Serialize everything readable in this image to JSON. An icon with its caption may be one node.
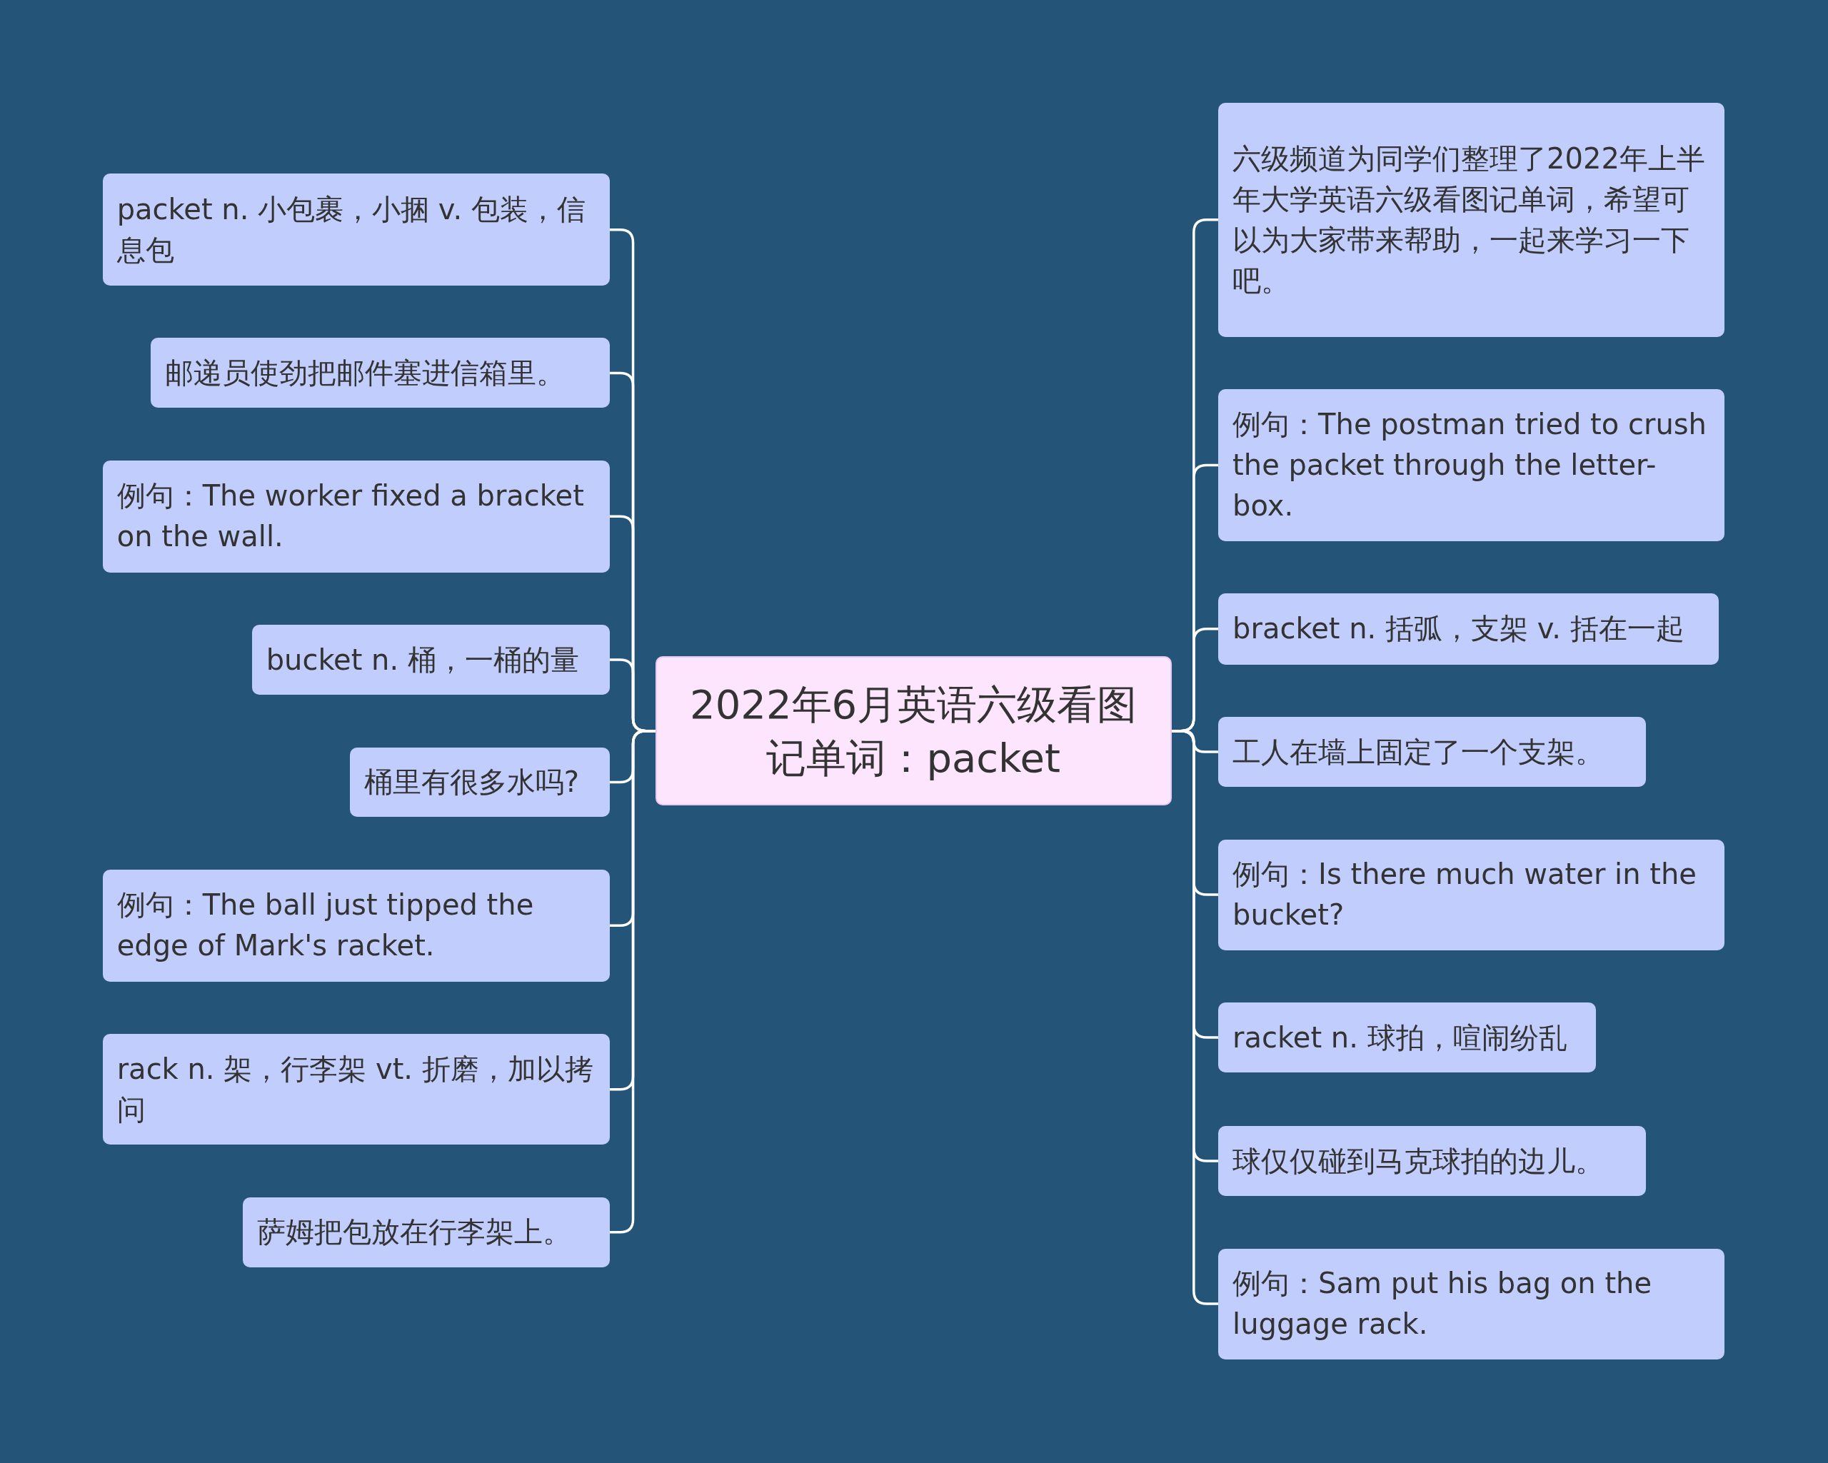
{
  "diagram": {
    "nodes": [
      {
        "text": [
          "2022年6月英语六级看图记单词：packet"
        ]
      },
      {
        "text": [
          "packet n. 小包裹，小捆 v. 包装，信息包"
        ]
      },
      {
        "text": [
          "邮递员使劲把邮件塞进信箱里。"
        ]
      },
      {
        "text": [
          "例句：The worker fixed a bracket on the wall."
        ]
      },
      {
        "text": [
          "bucket n. 桶，一桶的量"
        ]
      },
      {
        "text": [
          "桶里有很多水吗?"
        ]
      },
      {
        "text": [
          "例句：The ball just tipped the edge of Mark's racket."
        ]
      },
      {
        "text": [
          "rack n. 架，行李架 vt. 折磨，加以拷问"
        ]
      },
      {
        "text": [
          "萨姆把包放在行李架上。"
        ]
      },
      {
        "text": [
          "六级频道为同学们整理了2022年上半年大学英语六级看图记单词，希望可以为大家带来帮助，一起来学习一下吧。"
        ]
      },
      {
        "text": [
          "例句：The postman tried to crush the packet through the letter-box."
        ]
      },
      {
        "text": [
          "bracket n. 括弧，支架 v. 括在一起"
        ]
      },
      {
        "text": [
          "工人在墙上固定了一个支架。"
        ]
      },
      {
        "text": [
          "例句：Is there much water in the bucket?"
        ]
      },
      {
        "text": [
          "racket n. 球拍，喧闹纷乱"
        ]
      },
      {
        "text": [
          "球仅仅碰到马克球拍的边儿。"
        ]
      },
      {
        "text": [
          "例句：Sam put his bag on the luggage rack."
        ]
      }
    ],
    "edges": [
      {
        "from": 0,
        "to": 1,
        "arrow": "none"
      },
      {
        "from": 0,
        "to": 2,
        "arrow": "none"
      },
      {
        "from": 0,
        "to": 3,
        "arrow": "none"
      },
      {
        "from": 0,
        "to": 4,
        "arrow": "none"
      },
      {
        "from": 0,
        "to": 5,
        "arrow": "none"
      },
      {
        "from": 0,
        "to": 6,
        "arrow": "none"
      },
      {
        "from": 0,
        "to": 7,
        "arrow": "none"
      },
      {
        "from": 0,
        "to": 8,
        "arrow": "none"
      },
      {
        "from": 0,
        "to": 9,
        "arrow": "none"
      },
      {
        "from": 0,
        "to": 10,
        "arrow": "none"
      },
      {
        "from": 0,
        "to": 11,
        "arrow": "none"
      },
      {
        "from": 0,
        "to": 12,
        "arrow": "none"
      },
      {
        "from": 0,
        "to": 13,
        "arrow": "none"
      },
      {
        "from": 0,
        "to": 14,
        "arrow": "none"
      },
      {
        "from": 0,
        "to": 15,
        "arrow": "none"
      },
      {
        "from": 0,
        "to": 16,
        "arrow": "none"
      }
    ]
  }
}
